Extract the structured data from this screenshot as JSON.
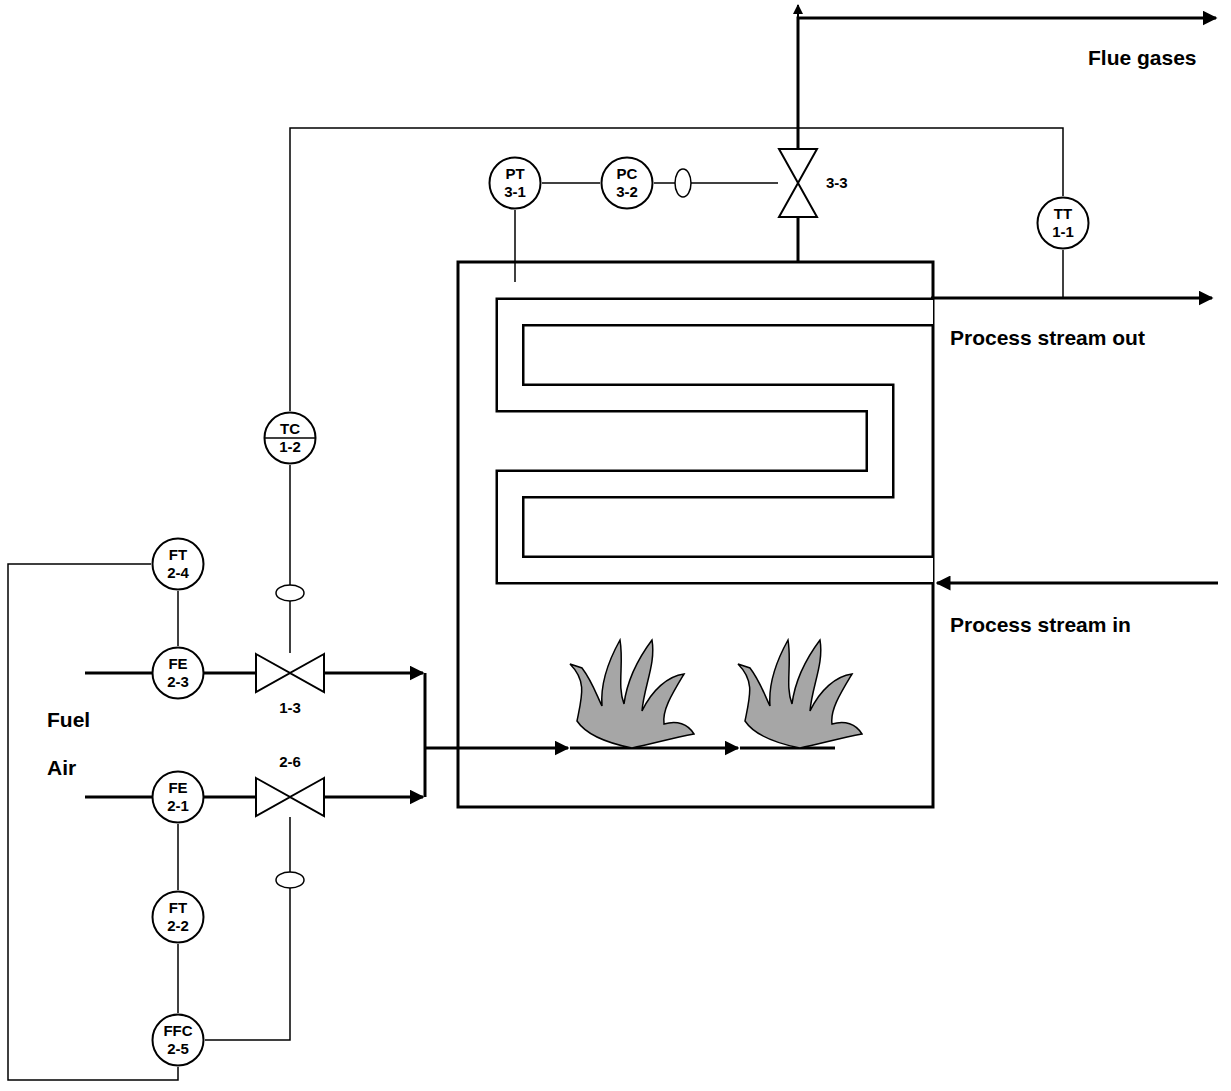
{
  "diagram": {
    "nodes": [
      {
        "text": [
          "PT 3-1"
        ]
      },
      {
        "text": [
          "PC 3-2"
        ]
      },
      {
        "text": [
          "3-3"
        ]
      },
      {
        "text": [
          "TT 1-1"
        ]
      },
      {
        "text": [
          "TC 1-2"
        ]
      },
      {
        "text": [
          "FT 2-4"
        ]
      },
      {
        "text": [
          "FE 2-3"
        ]
      },
      {
        "text": [
          "1-3"
        ]
      },
      {
        "text": [
          "2-6"
        ]
      },
      {
        "text": [
          "FE 2-1"
        ]
      },
      {
        "text": [
          "FT 2-2"
        ]
      },
      {
        "text": [
          "FFC 2-5"
        ]
      }
    ],
    "edges": [
      {
        "from": 0,
        "to": 1,
        "arrow": "none"
      },
      {
        "from": 1,
        "to": 2,
        "arrow": "none"
      },
      {
        "from": 3,
        "to": 4,
        "arrow": "none"
      },
      {
        "from": 4,
        "to": 7,
        "arrow": "none"
      },
      {
        "from": 5,
        "to": 6,
        "arrow": "none"
      },
      {
        "from": 9,
        "to": 10,
        "arrow": "none"
      },
      {
        "from": 10,
        "to": 11,
        "arrow": "none"
      },
      {
        "from": 5,
        "to": 11,
        "arrow": "none"
      },
      {
        "from": 11,
        "to": 8,
        "arrow": "none"
      }
    ],
    "labels": [
      "Flue gases",
      "Process stream out",
      "Process stream in",
      "Fuel",
      "Air"
    ]
  }
}
